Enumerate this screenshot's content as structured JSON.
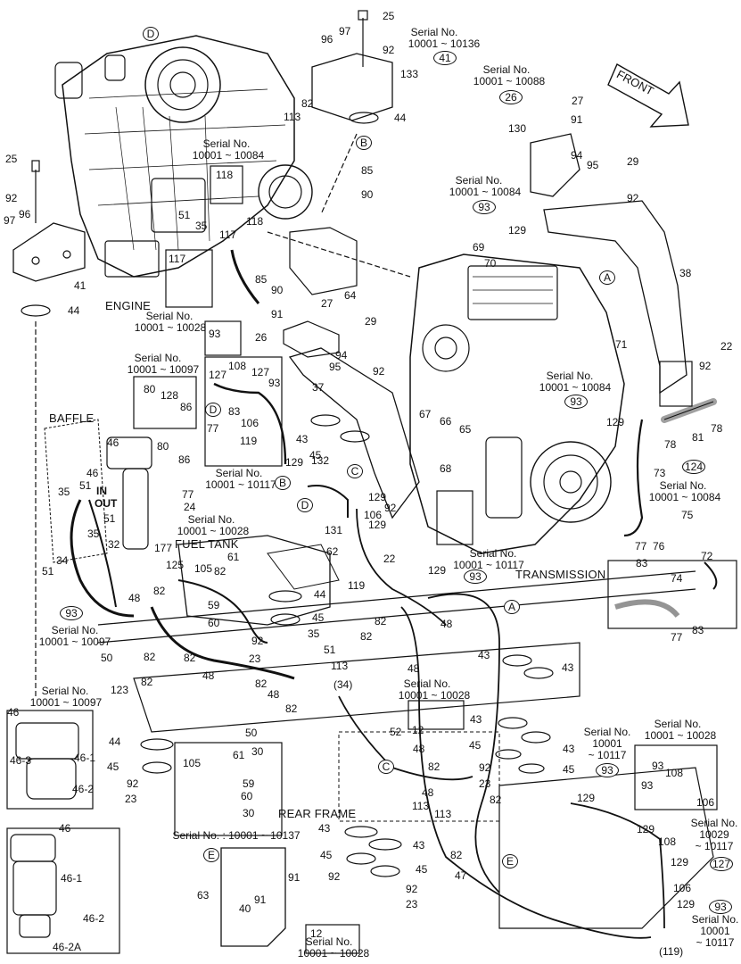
{
  "section_labels": {
    "engine": "ENGINE",
    "baffle": "BAFFLE",
    "fuel_tank": "FUEL TANK",
    "transmission": "TRANSMISSION",
    "rear_frame": "REAR FRAME",
    "front": "FRONT",
    "in": "IN",
    "out": "OUT"
  },
  "serial_notes": {
    "s_10136": "10001 ~ 10136",
    "s_10088": "10001 ~ 10088",
    "s_10084": "10001 ~ 10084",
    "s_10028": "10001 ~ 10028",
    "s_10097": "10001 ~ 10097",
    "s_10117": "10001 ~ 10117",
    "s_10137": "Serial No. : 10001 ~ 10137",
    "s_10029": "10029",
    "s_10117b": "~ 10117",
    "s_10001": "10001",
    "heading": "Serial No."
  },
  "circled": {
    "c41": "41",
    "c26": "26",
    "c93": "93",
    "c124": "124",
    "c127": "127",
    "ca": "A",
    "cb": "B",
    "cc": "C",
    "cd": "D",
    "ce": "E"
  },
  "part_numbers": {
    "p12": "12",
    "p22": "22",
    "p23": "23",
    "p24": "24",
    "p25": "25",
    "p26": "26",
    "p27": "27",
    "p29": "29",
    "p30": "30",
    "p32": "32",
    "p34": "34",
    "p34p": "(34)",
    "p35": "35",
    "p37": "37",
    "p38": "38",
    "p40": "40",
    "p41": "41",
    "p43": "43",
    "p44": "44",
    "p45": "45",
    "p46": "46",
    "p46_1": "46-1",
    "p46_2": "46-2",
    "p46_3": "46-3",
    "p46_2a": "46-2A",
    "p47": "47",
    "p48": "48",
    "p50": "50",
    "p51": "51",
    "p52": "52",
    "p59": "59",
    "p60": "60",
    "p61": "61",
    "p62": "62",
    "p63": "63",
    "p64": "64",
    "p65": "65",
    "p66": "66",
    "p67": "67",
    "p68": "68",
    "p69": "69",
    "p70": "70",
    "p71": "71",
    "p72": "72",
    "p73": "73",
    "p74": "74",
    "p75": "75",
    "p76": "76",
    "p77": "77",
    "p78": "78",
    "p80": "80",
    "p81": "81",
    "p82": "82",
    "p83": "83",
    "p85": "85",
    "p86": "86",
    "p90": "90",
    "p91": "91",
    "p92": "92",
    "p93": "93",
    "p94": "94",
    "p95": "95",
    "p96": "96",
    "p97": "97",
    "p105": "105",
    "p106": "106",
    "p108": "108",
    "p113": "113",
    "p117": "117",
    "p118": "118",
    "p119": "119",
    "p119p": "(119)",
    "p123": "123",
    "p125": "125",
    "p127": "127",
    "p128": "128",
    "p129": "129",
    "p130": "130",
    "p131": "131",
    "p132": "132",
    "p133": "133",
    "p177": "177"
  }
}
